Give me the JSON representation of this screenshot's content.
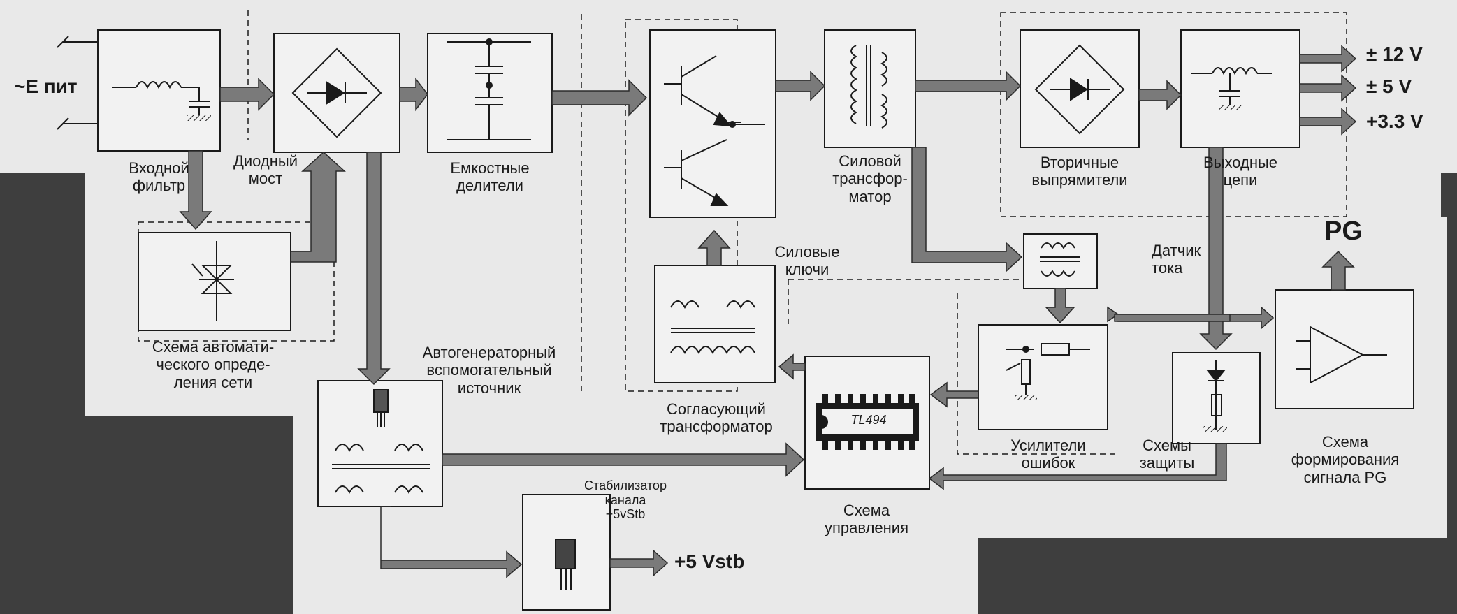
{
  "colors": {
    "paper": "#e9e9e9",
    "background": "#3e3e3e",
    "ink": "#1a1a1a",
    "arrow": "#777777"
  },
  "labels": {
    "input_power": "~E пит",
    "input_filter": [
      "Входной",
      "фильтр"
    ],
    "diode_bridge": [
      "Диодный",
      "мост"
    ],
    "cap_dividers": [
      "Емкостные",
      "делители"
    ],
    "auto_detect": [
      "Схема автомати-",
      "ческого опреде-",
      "ления сети"
    ],
    "aux_source": [
      "Автогенераторный",
      "вспомогательный",
      "источник"
    ],
    "power_keys": [
      "Силовые",
      "ключи"
    ],
    "matching_transformer": [
      "Согласующий",
      "трансформатор"
    ],
    "power_transformer": [
      "Силовой",
      "трансфор-",
      "матор"
    ],
    "secondary_rectifiers": [
      "Вторичные",
      "выпрямители"
    ],
    "output_circuits": [
      "Выходные",
      "цепи"
    ],
    "current_sensor": [
      "Датчик",
      "тока"
    ],
    "error_amplifiers": [
      "Усилители",
      "ошибок"
    ],
    "protection": [
      "Схемы",
      "защиты"
    ],
    "pg_former": [
      "Схема",
      "формирования",
      "сигнала PG"
    ],
    "control": [
      "Схема",
      "управления"
    ],
    "stabilizer": [
      "Стабилизатор",
      "канала",
      "+5vStb"
    ],
    "chip": "TL494",
    "out_12v": "± 12 V",
    "out_5v": "± 5 V",
    "out_33v": "+3.3 V",
    "pg": "PG",
    "vstb": "+5 Vstb"
  }
}
